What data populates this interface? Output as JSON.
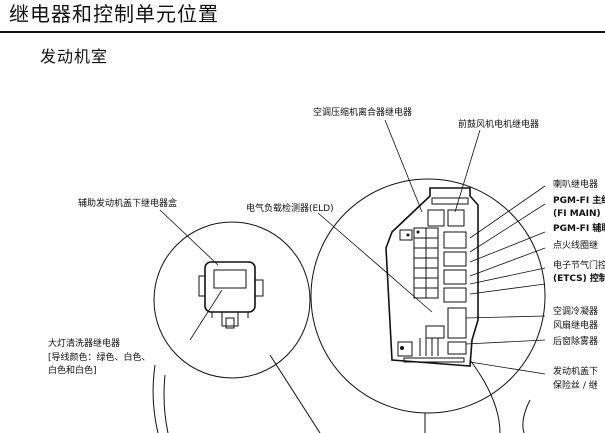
{
  "header": {
    "title": "继电器和控制单元位置",
    "section": "发动机室"
  },
  "labels": {
    "ac_clutch_relay": "空调压缩机离合器继电器",
    "blower_motor_relay": "前鼓风机电机继电器",
    "aux_underhood_box": "辅助发动机盖下继电器盒",
    "eld": "电气负载检测器(ELD)",
    "headlight_washer_relay": "大灯清洗器继电器",
    "wire_colors_line1": "[导线颜色：绿色、白色、",
    "wire_colors_line2": "白色和白色]",
    "horn_relay": "喇叭继电器",
    "pgmfi_main": "PGM-FI 主继",
    "fi_main": "(FI MAIN)",
    "pgmfi_aux": "PGM-FI 辅助",
    "ignition_coil_relay": "点火线圈继",
    "etcs_line1": "电子节气门控",
    "etcs_line2": "(ETCS) 控制",
    "condenser_fan_line1": "空调冷凝器",
    "condenser_fan_line2": "风扇继电器",
    "rear_defogger": "后窗除雾器",
    "underhood_line1": "发动机盖下",
    "underhood_line2": "保险丝 / 继"
  }
}
